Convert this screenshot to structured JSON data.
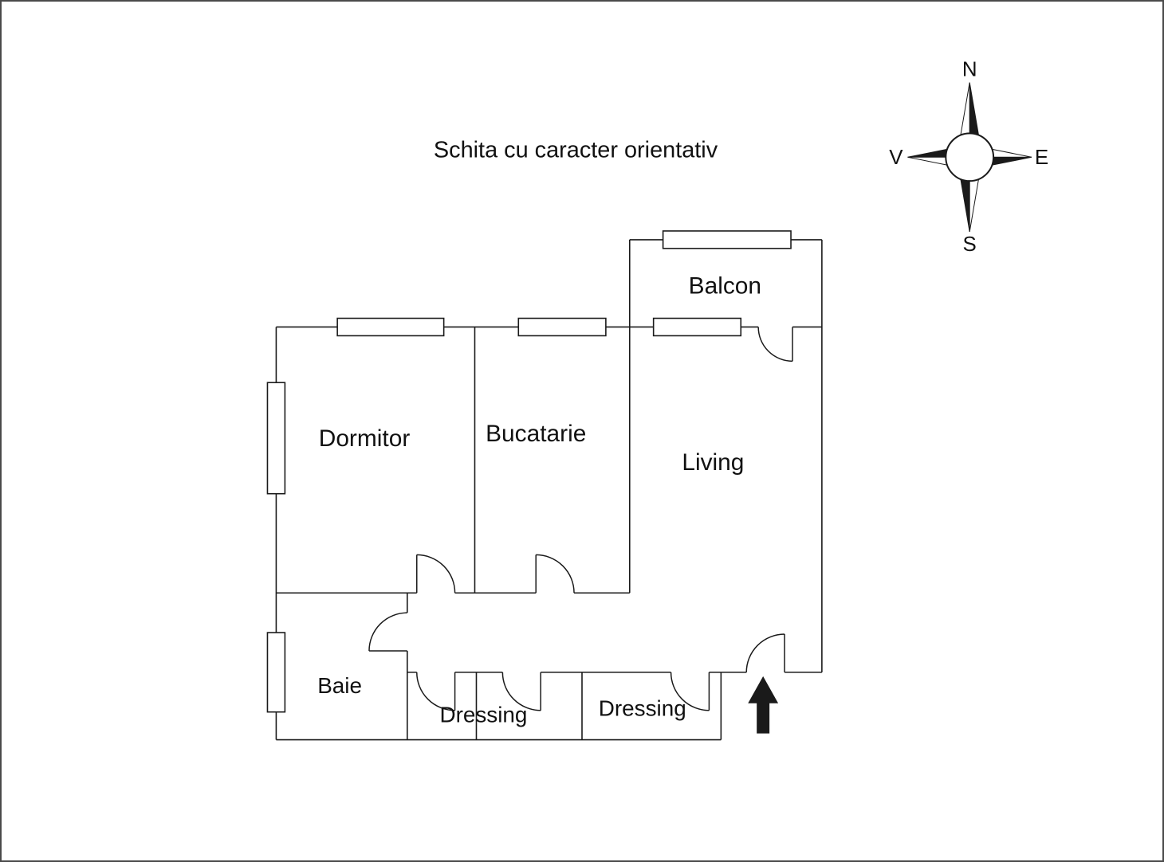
{
  "title": "Schita cu caracter orientativ",
  "compass": {
    "n": "N",
    "e": "E",
    "s": "S",
    "v": "V"
  },
  "rooms": {
    "balcon": "Balcon",
    "dormitor": "Dormitor",
    "bucatarie": "Bucatarie",
    "living": "Living",
    "baie": "Baie",
    "dressing_1": "Dressing",
    "dressing_2": "Dressing"
  },
  "icons": {
    "entrance_arrow": "filled-up-arrow",
    "compass_rose": "four-point-star-compass"
  },
  "colors": {
    "wall": "#1a1a1a",
    "background": "#ffffff",
    "arrow_fill": "#1a1a1a",
    "border": "#4a4a4a"
  }
}
